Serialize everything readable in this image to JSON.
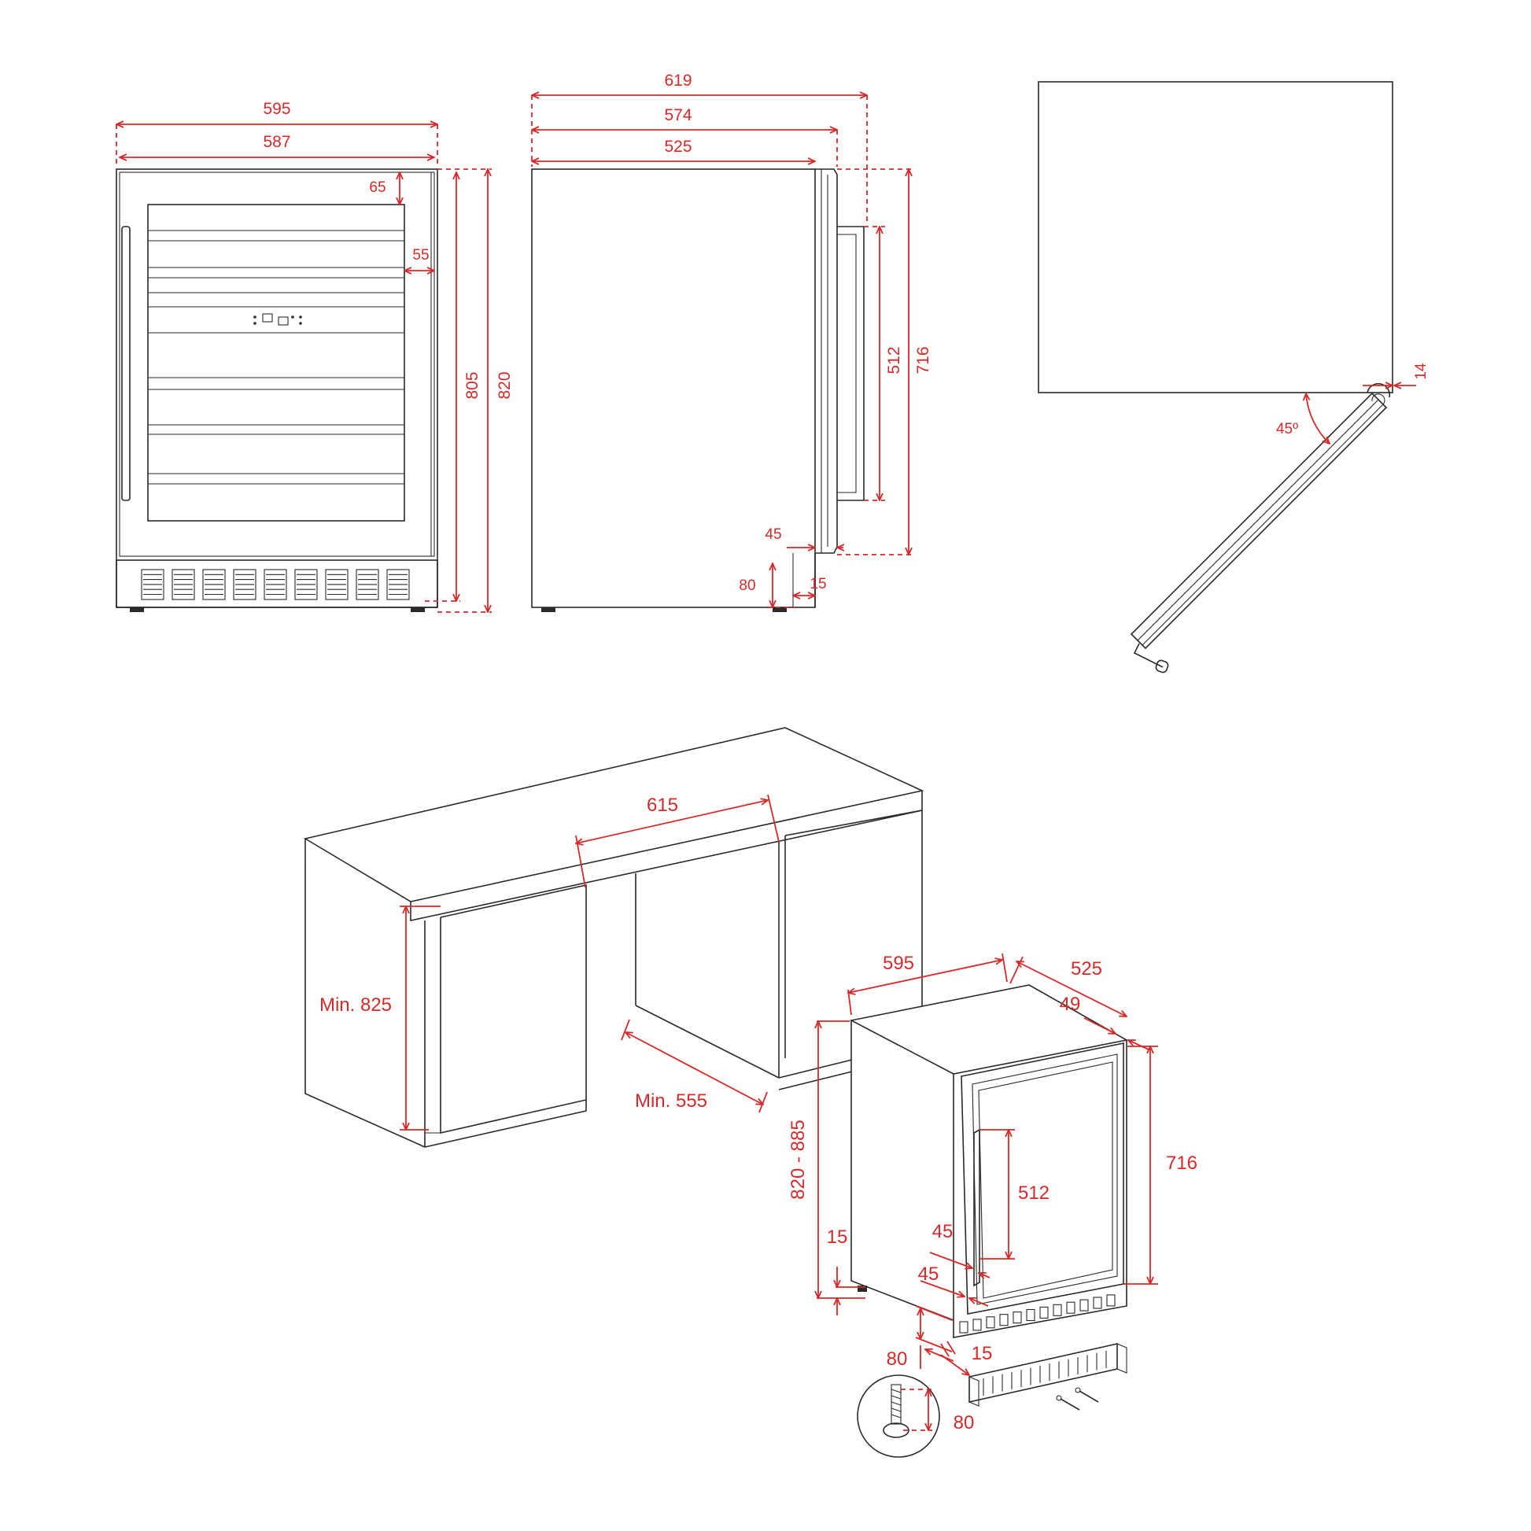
{
  "front_view": {
    "width_outer": "595",
    "width_inner": "587",
    "top_gap": "65",
    "side_gap": "55",
    "height_body": "805",
    "height_total": "820"
  },
  "side_view": {
    "depth_total": "619",
    "depth_door": "574",
    "depth_body": "525",
    "handle_length": "512",
    "door_height": "716",
    "door_offset": "45",
    "plinth_height": "80",
    "plinth_recess": "15"
  },
  "top_view": {
    "door_angle": "45º",
    "edge_gap": "14"
  },
  "installation": {
    "niche_width": "615",
    "niche_height": "Min. 825",
    "niche_depth": "Min. 555",
    "unit_width": "595",
    "unit_depth": "525",
    "door_depth": "49",
    "door_height": "716",
    "handle_length": "512",
    "height_range": "820 - 885",
    "foot_gap": "15",
    "handle_offset_upper": "45",
    "handle_offset_lower": "45",
    "plinth_height": "80",
    "plinth_recess": "15",
    "foot_adjust": "80"
  },
  "colors": {
    "dimension": "#d42a2a",
    "outline": "#2a2a2a"
  }
}
